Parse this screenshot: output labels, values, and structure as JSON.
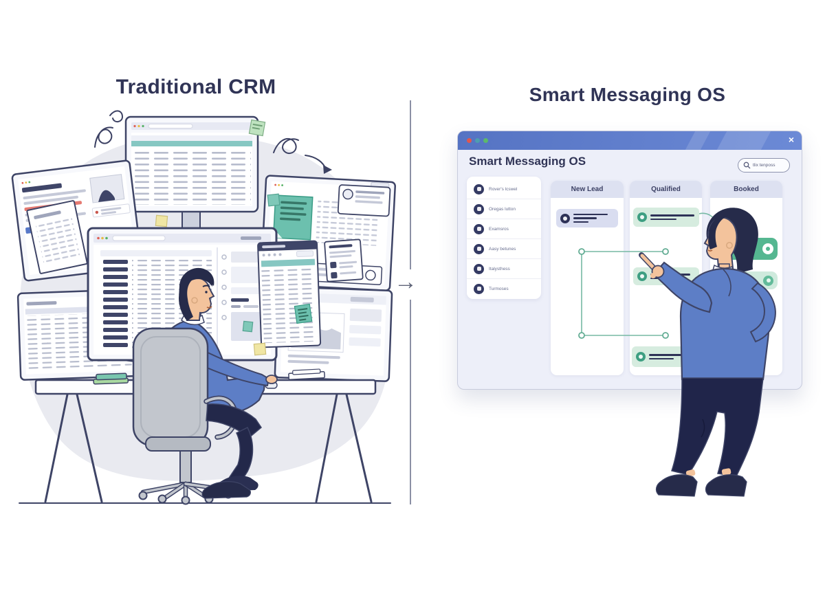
{
  "scene_left": {
    "title": "Traditional CRM"
  },
  "transition": {
    "arrow_icon": "→"
  },
  "scene_right": {
    "title": "Smart Messaging OS",
    "app_window": {
      "window_controls": {
        "close_icon": "×"
      },
      "header_title": "Smart Messaging OS",
      "search_pill": {
        "icon": "magnifier",
        "label": "tlix tenposs"
      },
      "sidebar_menu": {
        "items": [
          {
            "label": "Rover's lcswel"
          },
          {
            "label": "Oregas lutton"
          },
          {
            "label": "Examsros"
          },
          {
            "label": "Aasy betunes"
          },
          {
            "label": "Italysthess"
          },
          {
            "label": "Turmoses"
          }
        ]
      },
      "pipeline_board": {
        "columns": [
          {
            "label": "New Lead",
            "cards": [
              {
                "style": "lavender"
              }
            ]
          },
          {
            "label": "Qualified",
            "cards": [
              {
                "style": "green"
              },
              {
                "style": "green"
              },
              {
                "style": "green"
              }
            ]
          },
          {
            "label": "Booked",
            "cards": [
              {
                "style": "teal-solid"
              },
              {
                "style": "green-light"
              }
            ]
          }
        ]
      }
    }
  },
  "colors": {
    "titlebar_blue": "#5b79c8",
    "accent_teal": "#57b893",
    "navy_ink": "#2e3257",
    "card_lavender": "#d9ddf0",
    "card_green": "#d6ecdf",
    "illustration_outline": "#3e4466",
    "blob_gray": "#e9eaf0"
  }
}
